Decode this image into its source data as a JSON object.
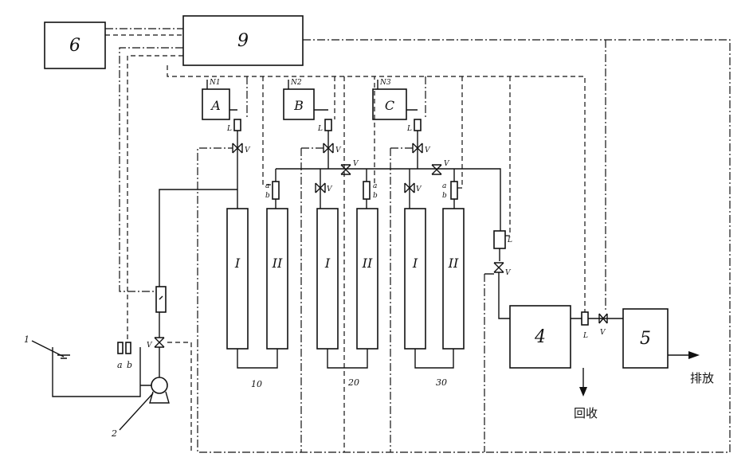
{
  "units": {
    "box6": "6",
    "box9": "9",
    "tankA": "A",
    "tankB": "B",
    "tankC": "C",
    "gasN1": "N1",
    "gasN2": "N2",
    "gasN3": "N3",
    "box4": "4",
    "box5": "5",
    "label1": "1",
    "label2": "2"
  },
  "columns": {
    "c1": "I",
    "c2": "II"
  },
  "groups": [
    "10",
    "20",
    "30"
  ],
  "valve": "V",
  "level": "L",
  "sensor_a": "a",
  "sensor_b": "b",
  "outputs": {
    "recycle": "回收",
    "discharge": "排放"
  }
}
